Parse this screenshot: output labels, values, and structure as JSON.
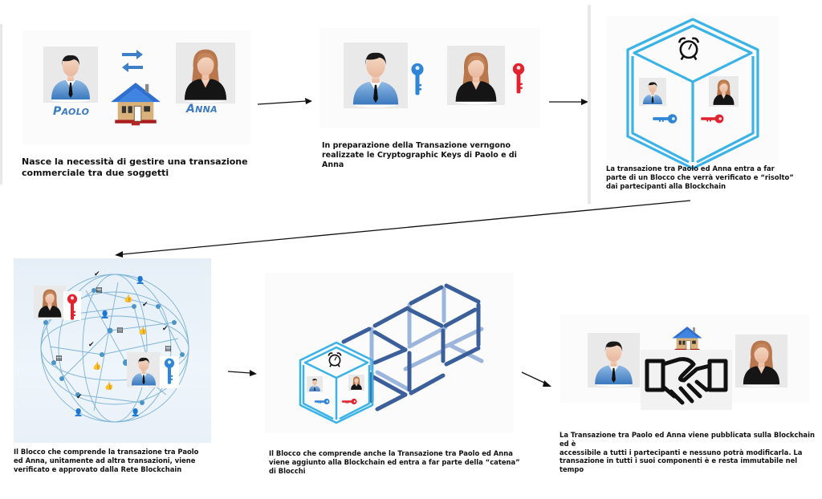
{
  "diagram": {
    "title": "Blockchain transaction flow",
    "colors": {
      "paolo_key": "#2f86d6",
      "anna_key": "#e0232e",
      "block_cyan": "#3bb3e6",
      "chain_dark": "#3b5f9a",
      "chain_light": "#9cb5dc",
      "name_label": "#3b7bc0",
      "arrow": "#111111"
    },
    "steps": [
      {
        "id": 1,
        "participants": [
          {
            "name_first": "P",
            "name_rest": "AOLO",
            "avatar": "male-avatar"
          },
          {
            "name_first": "A",
            "name_rest": "NNA",
            "avatar": "female-avatar"
          }
        ],
        "icons": [
          "exchange-arrows-icon",
          "house-icon"
        ],
        "caption_lines": [
          "Nasce la necessità di gestire una transazione",
          "commerciale tra due soggetti"
        ]
      },
      {
        "id": 2,
        "icons": [
          "male-avatar",
          "blue-key-icon",
          "female-avatar",
          "red-key-icon"
        ],
        "caption_lines": [
          "In preparazione della Transazione verngono",
          "realizzate le Cryptographic Keys di Paolo e di",
          "Anna"
        ]
      },
      {
        "id": 3,
        "icons": [
          "block-cube-icon",
          "alarm-clock-icon",
          "male-avatar",
          "female-avatar",
          "blue-key-icon",
          "red-key-icon"
        ],
        "caption_lines": [
          "La transazione tra Paolo ed Anna entra a far",
          "parte di un Blocco che verrà verificato e “risolto”",
          "dai partecipanti alla Blockchain"
        ]
      },
      {
        "id": 4,
        "icons": [
          "network-globe-icon",
          "female-avatar",
          "red-key-icon",
          "male-avatar",
          "blue-key-icon",
          "thumbs-up-icon",
          "document-icon",
          "checkmark-icon",
          "user-icon"
        ],
        "caption_lines": [
          "Il Blocco che comprende la transazione tra Paolo",
          "ed Anna, unitamente ad altra transazioni, viene",
          "verificato e approvato dalla Rete Blockchain"
        ]
      },
      {
        "id": 5,
        "icons": [
          "block-cube-icon",
          "chain-blocks-icon"
        ],
        "caption_lines": [
          "Il Blocco che comprende anche la Transazione tra Paolo ed Anna",
          "viene aggiunto alla Blockchain ed entra a far parte della “catena”",
          "di Blocchi"
        ]
      },
      {
        "id": 6,
        "icons": [
          "male-avatar",
          "house-icon",
          "handshake-icon",
          "female-avatar"
        ],
        "caption_lines": [
          "La Transazione tra Paolo ed Anna viene pubblicata sulla Blockchain ed è",
          "accessibile a tutti i partecipanti e nessuno potrà modificarla. La",
          "transazione in tutti i suoi componenti è e resta immutabile nel tempo"
        ]
      }
    ]
  }
}
